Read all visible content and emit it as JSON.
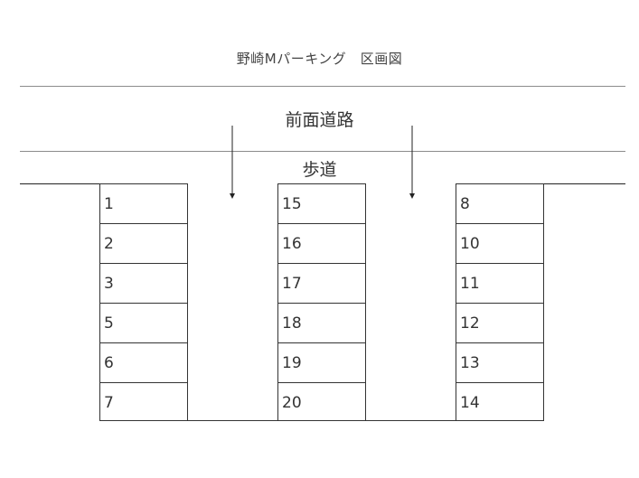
{
  "title": "野崎Mパーキング　区画図",
  "road_label": "前面道路",
  "sidewalk_label": "歩道",
  "columns": [
    {
      "slots": [
        "1",
        "2",
        "3",
        "5",
        "6",
        "7"
      ]
    },
    {
      "slots": [
        "15",
        "16",
        "17",
        "18",
        "19",
        "20"
      ]
    },
    {
      "slots": [
        "8",
        "10",
        "11",
        "12",
        "13",
        "14"
      ]
    }
  ],
  "colors": {
    "road_line": "#8c8c8c",
    "outline": "#333333",
    "text": "#333333"
  }
}
